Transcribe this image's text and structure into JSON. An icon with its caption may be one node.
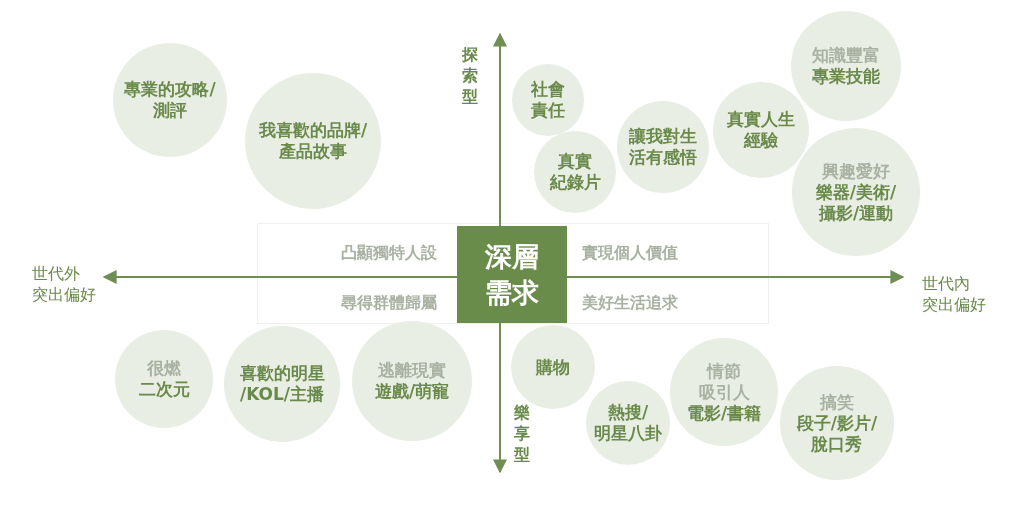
{
  "diagram": {
    "nodes": [
      {
        "text": [
          "專業的攻略/測評"
        ]
      },
      {
        "text": [
          "我喜歡的品牌/產品故事"
        ]
      },
      {
        "text": [
          "社會責任"
        ]
      },
      {
        "text": [
          "真實紀錄片"
        ]
      },
      {
        "text": [
          "讓我對生活有感悟"
        ]
      },
      {
        "text": [
          "真實人生經驗"
        ]
      },
      {
        "text": [
          "知識豐富",
          "專業技能"
        ]
      },
      {
        "text": [
          "興趣愛好",
          "樂器/美術/攝影/運動"
        ]
      },
      {
        "text": [
          "深層需求"
        ]
      },
      {
        "text": [
          "很燃",
          "二次元"
        ]
      },
      {
        "text": [
          "喜歡的明星/KOL/主播"
        ]
      },
      {
        "text": [
          "逃離現實",
          "遊戲/萌寵"
        ]
      },
      {
        "text": [
          "購物"
        ]
      },
      {
        "text": [
          "熱搜/明星八卦"
        ]
      },
      {
        "text": [
          "情節吸引人",
          "電影/書籍"
        ]
      },
      {
        "text": [
          "搞笑",
          "段子/影片/脫口秀"
        ]
      }
    ],
    "labels": [
      "探索型",
      "凸顯獨特人設",
      "實現個人價值",
      "世代外突出偏好",
      "世代內突出偏好",
      "尋得群體歸屬",
      "美好生活追求",
      "樂享型"
    ]
  }
}
